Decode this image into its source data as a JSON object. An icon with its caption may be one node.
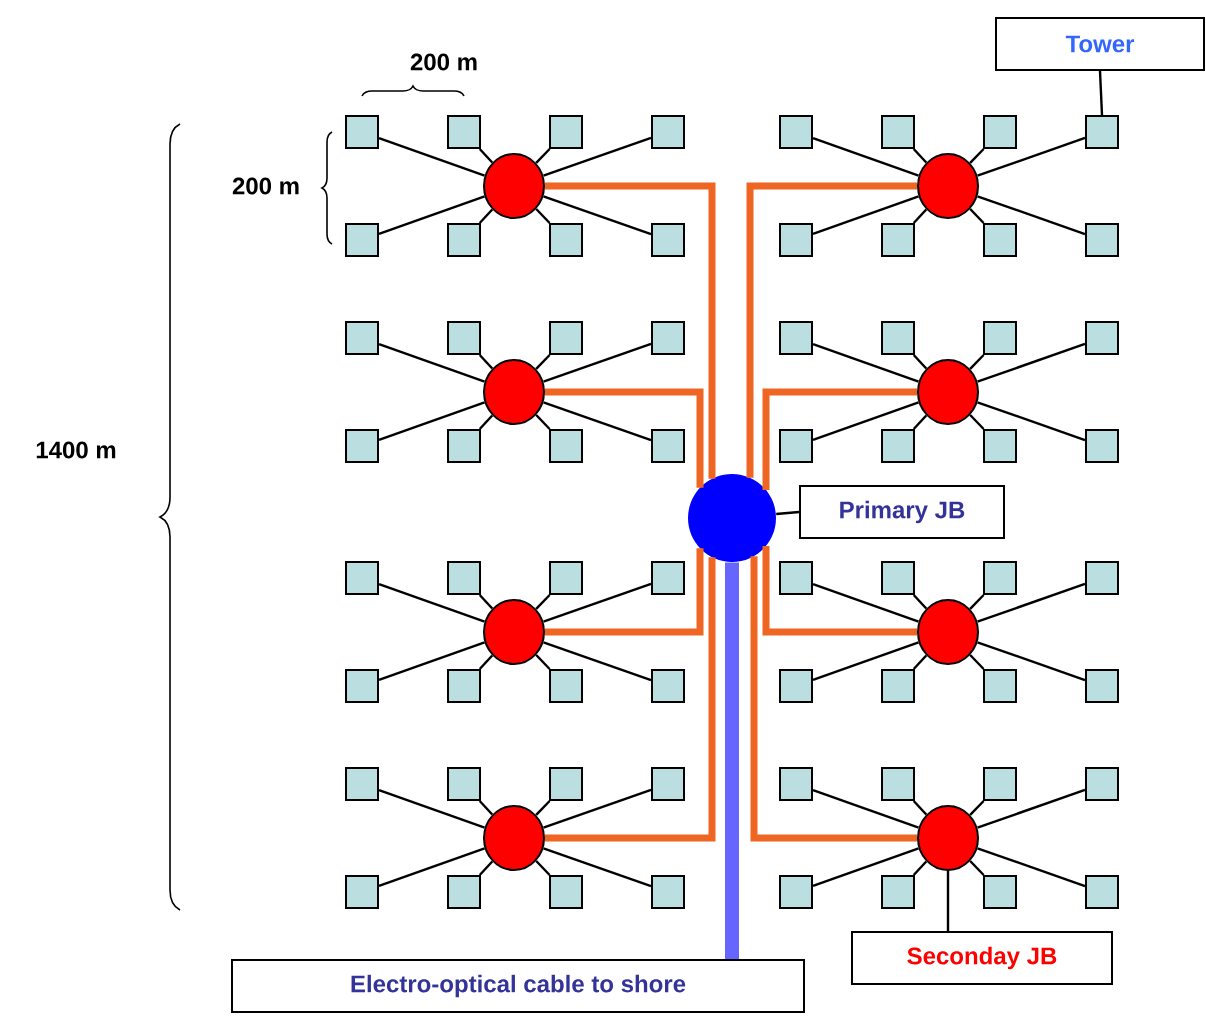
{
  "diagram": {
    "nodes": [
      {
        "text": [
          "Tower"
        ]
      },
      {
        "text": [],
        "shape": "circle"
      },
      {
        "text": [],
        "shape": "box"
      },
      {
        "text": [],
        "shape": "box"
      },
      {
        "text": [],
        "shape": "box"
      },
      {
        "text": [],
        "shape": "box"
      },
      {
        "text": [],
        "shape": "box"
      },
      {
        "text": [],
        "shape": "box"
      },
      {
        "text": [],
        "shape": "box"
      },
      {
        "text": [],
        "shape": "box"
      },
      {
        "text": [],
        "shape": "circle"
      },
      {
        "text": [],
        "shape": "box"
      },
      {
        "text": [],
        "shape": "box"
      },
      {
        "text": [],
        "shape": "box"
      },
      {
        "text": [],
        "shape": "box"
      },
      {
        "text": [],
        "shape": "box"
      },
      {
        "text": [],
        "shape": "box"
      },
      {
        "text": [],
        "shape": "box"
      },
      {
        "text": [],
        "shape": "box"
      },
      {
        "text": [],
        "shape": "circle"
      },
      {
        "text": [],
        "shape": "box"
      },
      {
        "text": [],
        "shape": "box"
      },
      {
        "text": [],
        "shape": "box"
      },
      {
        "text": [],
        "shape": "box"
      },
      {
        "text": [],
        "shape": "box"
      },
      {
        "text": [],
        "shape": "box"
      },
      {
        "text": [],
        "shape": "box"
      },
      {
        "text": [],
        "shape": "box"
      },
      {
        "text": [],
        "shape": "circle"
      },
      {
        "text": [],
        "shape": "box"
      },
      {
        "text": [],
        "shape": "box"
      },
      {
        "text": [],
        "shape": "box"
      },
      {
        "text": [],
        "shape": "box"
      },
      {
        "text": [],
        "shape": "box"
      },
      {
        "text": [],
        "shape": "box"
      },
      {
        "text": [],
        "shape": "box"
      },
      {
        "text": [],
        "shape": "box"
      },
      {
        "text": [],
        "shape": "circle"
      },
      {
        "text": [],
        "shape": "box"
      },
      {
        "text": [],
        "shape": "box"
      },
      {
        "text": [],
        "shape": "box"
      },
      {
        "text": [],
        "shape": "box"
      },
      {
        "text": [],
        "shape": "box"
      },
      {
        "text": [],
        "shape": "box"
      },
      {
        "text": [],
        "shape": "box"
      },
      {
        "text": [],
        "shape": "box"
      },
      {
        "text": [],
        "shape": "circle"
      },
      {
        "text": [],
        "shape": "box"
      },
      {
        "text": [],
        "shape": "box"
      },
      {
        "text": [],
        "shape": "box"
      },
      {
        "text": [],
        "shape": "box"
      },
      {
        "text": [],
        "shape": "box"
      },
      {
        "text": [],
        "shape": "box"
      },
      {
        "text": [],
        "shape": "box"
      },
      {
        "text": [],
        "shape": "box"
      },
      {
        "text": [],
        "shape": "circle"
      },
      {
        "text": [],
        "shape": "box"
      },
      {
        "text": [],
        "shape": "box"
      },
      {
        "text": [],
        "shape": "box"
      },
      {
        "text": [],
        "shape": "box"
      },
      {
        "text": [],
        "shape": "box"
      },
      {
        "text": [],
        "shape": "box"
      },
      {
        "text": [],
        "shape": "box"
      },
      {
        "text": [],
        "shape": "box"
      },
      {
        "text": [],
        "shape": "circle"
      },
      {
        "text": [],
        "shape": "box"
      },
      {
        "text": [],
        "shape": "box"
      },
      {
        "text": [],
        "shape": "box"
      },
      {
        "text": [],
        "shape": "box"
      },
      {
        "text": [],
        "shape": "box"
      },
      {
        "text": [],
        "shape": "box"
      },
      {
        "text": [],
        "shape": "box"
      },
      {
        "text": [],
        "shape": "box"
      },
      {
        "text": [],
        "shape": "circle"
      },
      {
        "text": [
          "Primary JB"
        ]
      },
      {
        "text": [
          "Seconday JB"
        ]
      },
      {
        "text": [
          "Electro-optical cable to shore"
        ]
      }
    ],
    "edges": [
      {
        "from": 1,
        "to": 2,
        "arrow": "none"
      },
      {
        "from": 1,
        "to": 3,
        "arrow": "none"
      },
      {
        "from": 1,
        "to": 4,
        "arrow": "none"
      },
      {
        "from": 1,
        "to": 5,
        "arrow": "none"
      },
      {
        "from": 1,
        "to": 6,
        "arrow": "none"
      },
      {
        "from": 1,
        "to": 7,
        "arrow": "none"
      },
      {
        "from": 1,
        "to": 8,
        "arrow": "none"
      },
      {
        "from": 1,
        "to": 9,
        "arrow": "none"
      },
      {
        "from": 10,
        "to": 11,
        "arrow": "none"
      },
      {
        "from": 10,
        "to": 12,
        "arrow": "none"
      },
      {
        "from": 10,
        "to": 13,
        "arrow": "none"
      },
      {
        "from": 10,
        "to": 14,
        "arrow": "none"
      },
      {
        "from": 10,
        "to": 15,
        "arrow": "none"
      },
      {
        "from": 10,
        "to": 16,
        "arrow": "none"
      },
      {
        "from": 10,
        "to": 17,
        "arrow": "none"
      },
      {
        "from": 10,
        "to": 18,
        "arrow": "none"
      },
      {
        "from": 19,
        "to": 20,
        "arrow": "none"
      },
      {
        "from": 19,
        "to": 21,
        "arrow": "none"
      },
      {
        "from": 19,
        "to": 22,
        "arrow": "none"
      },
      {
        "from": 19,
        "to": 23,
        "arrow": "none"
      },
      {
        "from": 19,
        "to": 24,
        "arrow": "none"
      },
      {
        "from": 19,
        "to": 25,
        "arrow": "none"
      },
      {
        "from": 19,
        "to": 26,
        "arrow": "none"
      },
      {
        "from": 19,
        "to": 27,
        "arrow": "none"
      },
      {
        "from": 28,
        "to": 29,
        "arrow": "none"
      },
      {
        "from": 28,
        "to": 30,
        "arrow": "none"
      },
      {
        "from": 28,
        "to": 31,
        "arrow": "none"
      },
      {
        "from": 28,
        "to": 32,
        "arrow": "none"
      },
      {
        "from": 28,
        "to": 33,
        "arrow": "none"
      },
      {
        "from": 28,
        "to": 34,
        "arrow": "none"
      },
      {
        "from": 28,
        "to": 35,
        "arrow": "none"
      },
      {
        "from": 28,
        "to": 36,
        "arrow": "none"
      },
      {
        "from": 37,
        "to": 38,
        "arrow": "none"
      },
      {
        "from": 37,
        "to": 39,
        "arrow": "none"
      },
      {
        "from": 37,
        "to": 40,
        "arrow": "none"
      },
      {
        "from": 37,
        "to": 41,
        "arrow": "none"
      },
      {
        "from": 37,
        "to": 42,
        "arrow": "none"
      },
      {
        "from": 37,
        "to": 43,
        "arrow": "none"
      },
      {
        "from": 37,
        "to": 44,
        "arrow": "none"
      },
      {
        "from": 37,
        "to": 45,
        "arrow": "none"
      },
      {
        "from": 46,
        "to": 47,
        "arrow": "none"
      },
      {
        "from": 46,
        "to": 48,
        "arrow": "none"
      },
      {
        "from": 46,
        "to": 49,
        "arrow": "none"
      },
      {
        "from": 46,
        "to": 50,
        "arrow": "none"
      },
      {
        "from": 46,
        "to": 51,
        "arrow": "none"
      },
      {
        "from": 46,
        "to": 52,
        "arrow": "none"
      },
      {
        "from": 46,
        "to": 53,
        "arrow": "none"
      },
      {
        "from": 46,
        "to": 54,
        "arrow": "none"
      },
      {
        "from": 55,
        "to": 56,
        "arrow": "none"
      },
      {
        "from": 55,
        "to": 57,
        "arrow": "none"
      },
      {
        "from": 55,
        "to": 58,
        "arrow": "none"
      },
      {
        "from": 55,
        "to": 59,
        "arrow": "none"
      },
      {
        "from": 55,
        "to": 60,
        "arrow": "none"
      },
      {
        "from": 55,
        "to": 61,
        "arrow": "none"
      },
      {
        "from": 55,
        "to": 62,
        "arrow": "none"
      },
      {
        "from": 55,
        "to": 63,
        "arrow": "none"
      },
      {
        "from": 64,
        "to": 65,
        "arrow": "none"
      },
      {
        "from": 64,
        "to": 66,
        "arrow": "none"
      },
      {
        "from": 64,
        "to": 67,
        "arrow": "none"
      },
      {
        "from": 64,
        "to": 68,
        "arrow": "none"
      },
      {
        "from": 64,
        "to": 69,
        "arrow": "none"
      },
      {
        "from": 64,
        "to": 70,
        "arrow": "none"
      },
      {
        "from": 64,
        "to": 71,
        "arrow": "none"
      },
      {
        "from": 64,
        "to": 72,
        "arrow": "none"
      },
      {
        "from": 1,
        "to": 73,
        "arrow": "none",
        "style": "thick",
        "color": "#ee6622"
      },
      {
        "from": 10,
        "to": 73,
        "arrow": "none",
        "style": "thick",
        "color": "#ee6622"
      },
      {
        "from": 19,
        "to": 73,
        "arrow": "none",
        "style": "thick",
        "color": "#ee6622"
      },
      {
        "from": 28,
        "to": 73,
        "arrow": "none",
        "style": "thick",
        "color": "#ee6622"
      },
      {
        "from": 37,
        "to": 73,
        "arrow": "none",
        "style": "thick",
        "color": "#ee6622"
      },
      {
        "from": 46,
        "to": 73,
        "arrow": "none",
        "style": "thick",
        "color": "#ee6622"
      },
      {
        "from": 55,
        "to": 73,
        "arrow": "none",
        "style": "thick",
        "color": "#ee6622"
      },
      {
        "from": 64,
        "to": 73,
        "arrow": "none",
        "style": "thick",
        "color": "#ee6622"
      },
      {
        "from": 73,
        "to": 76,
        "arrow": "none",
        "style": "thick",
        "color": "#6666ff"
      },
      {
        "from": 0,
        "to": 14,
        "arrow": "none"
      },
      {
        "from": 74,
        "to": 73,
        "arrow": "none"
      },
      {
        "from": 75,
        "to": 64,
        "arrow": "none"
      }
    ],
    "labels": [
      "200 m",
      "200 m",
      "1400 m"
    ]
  }
}
